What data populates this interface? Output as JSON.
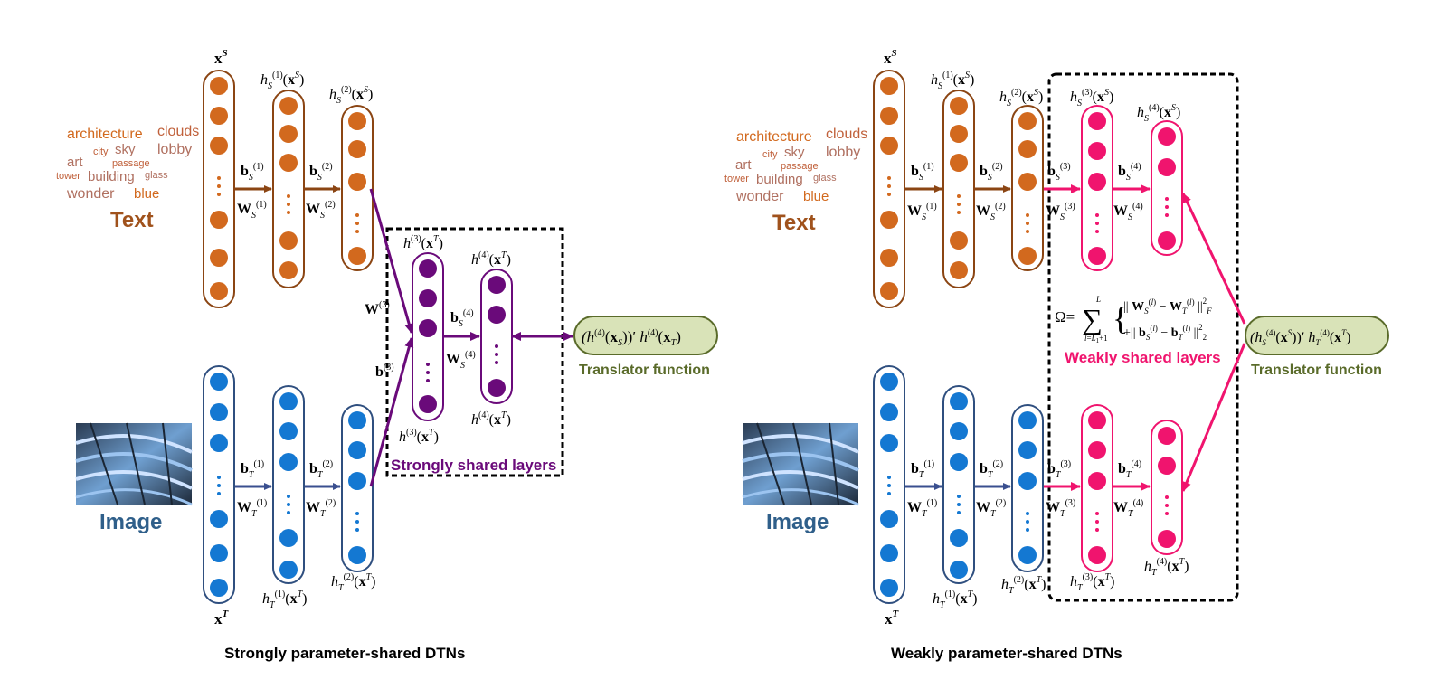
{
  "colors": {
    "text_branch": "#D2691E",
    "text_branch_border": "#8B4513",
    "image_branch": "#1478D2",
    "image_branch_border": "#2F4F7F",
    "shared_strong": "#6A0A7A",
    "shared_weak": "#F0146E",
    "translator_fill": "#D9E3B8",
    "translator_border": "#5A6B2A",
    "translator_label": "#5A6B2A",
    "text_title": "#A0521C",
    "image_title": "#2F5F8A"
  },
  "word_cloud": {
    "w1": "architecture",
    "w2": "clouds",
    "w3": "city",
    "w4": "sky",
    "w5": "lobby",
    "w6": "art",
    "w7": "passage",
    "w8": "tower",
    "w9": "building",
    "w10": "glass",
    "w11": "wonder",
    "w12": "blue"
  },
  "branch_labels": {
    "text": "Text",
    "image": "Image"
  },
  "left": {
    "caption": "Strongly parameter-shared DTNs",
    "shared_label": "Strongly shared layers",
    "translator_label": "Translator function"
  },
  "right": {
    "caption": "Weakly parameter-shared DTNs",
    "shared_label": "Weakly shared layers",
    "translator_label": "Translator function"
  }
}
